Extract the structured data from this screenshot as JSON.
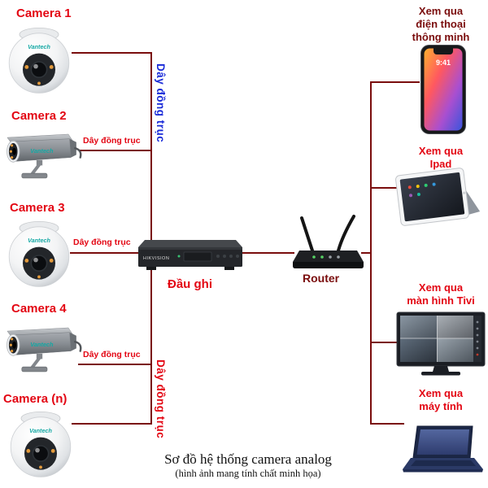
{
  "colors": {
    "line": "#7a0d0d",
    "label_red": "#e30613",
    "label_maroon": "#7a0d0d",
    "label_blue": "#1a2bd8",
    "brand_teal": "#14a8a4"
  },
  "cameras": [
    {
      "label": "Camera 1",
      "type": "dome"
    },
    {
      "label": "Camera 2",
      "type": "bullet",
      "cable_label": "Dây đồng trục"
    },
    {
      "label": "Camera 3",
      "type": "dome",
      "cable_label": "Dây đồng trục"
    },
    {
      "label": "Camera 4",
      "type": "bullet",
      "cable_label": "Dây đồng trục"
    },
    {
      "label": "Camera (n)",
      "type": "dome"
    }
  ],
  "trunk_labels": {
    "top": "Dây đồng trục",
    "bottom": "Dây đồng trục"
  },
  "camera_brand": "Vantech",
  "dvr": {
    "label": "Đầu ghi",
    "brand": "HIKVISION"
  },
  "router": {
    "label": "Router"
  },
  "phone": {
    "time": "9:41"
  },
  "viewers": [
    {
      "device": "smartphone",
      "label": "Xem qua điện thoại thông minh",
      "lines": [
        "Xem qua",
        "điện thoại",
        "thông minh"
      ]
    },
    {
      "device": "ipad",
      "label": "Xem qua Ipad",
      "lines": [
        "Xem qua",
        "Ipad"
      ]
    },
    {
      "device": "tivi",
      "label": "Xem qua màn hình Tivi",
      "lines": [
        "Xem qua",
        "màn hình Tivi"
      ]
    },
    {
      "device": "laptop",
      "label": "Xem qua máy tính",
      "lines": [
        "Xem qua",
        "máy tính"
      ]
    }
  ],
  "caption": {
    "title": "Sơ đồ hệ thống camera analog",
    "subtitle": "(hình ảnh mang tính chất minh họa)"
  }
}
